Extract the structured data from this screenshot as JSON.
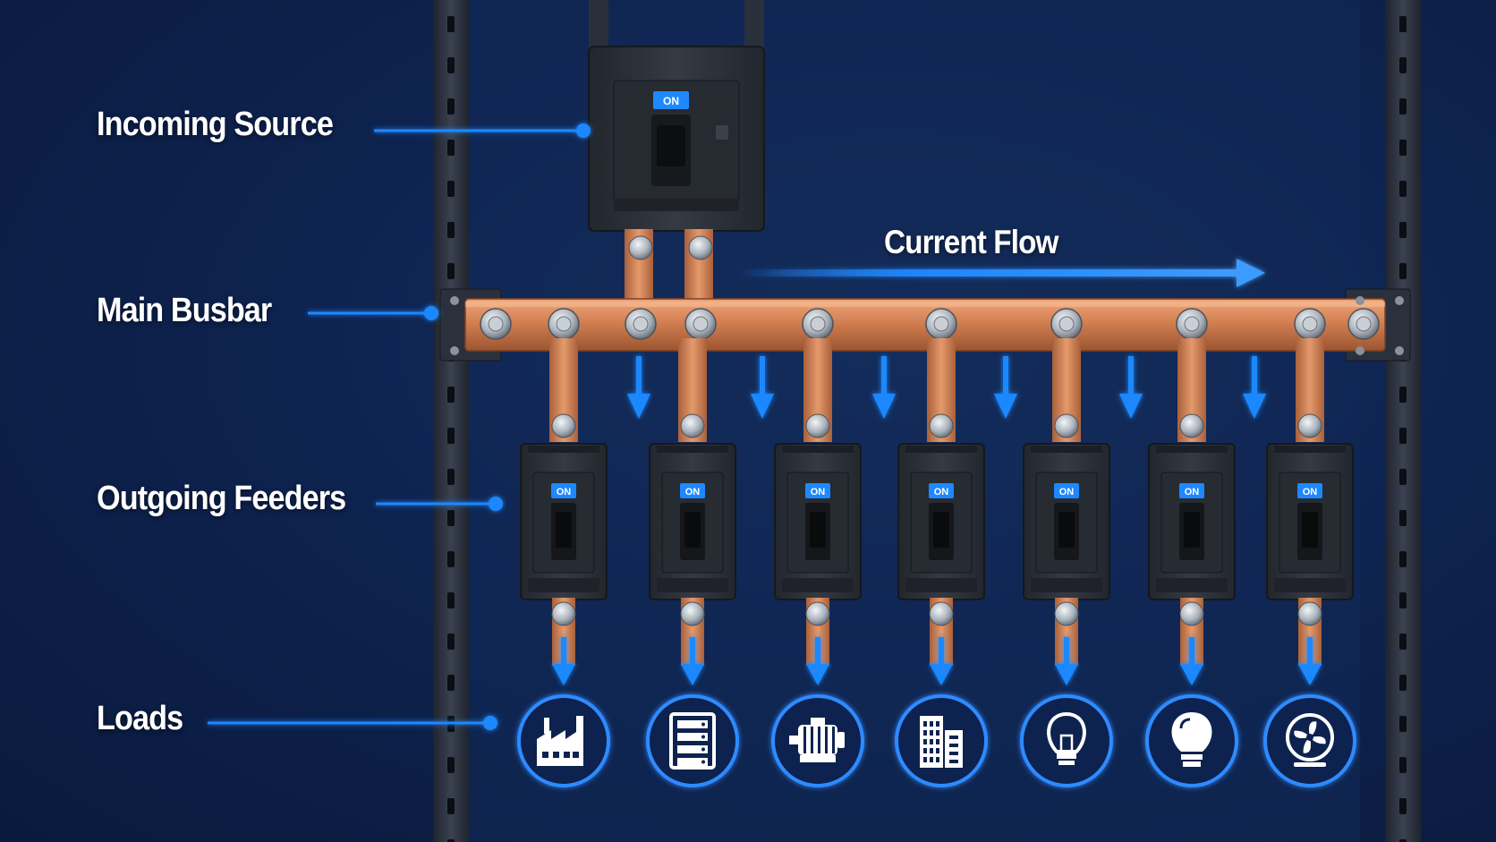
{
  "labels": {
    "incoming_source": "Incoming Source",
    "main_busbar": "Main Busbar",
    "outgoing_feeders": "Outgoing Feeders",
    "loads": "Loads",
    "current_flow": "Current Flow"
  },
  "breaker_status": "ON",
  "feeders": [
    {
      "status": "ON",
      "load_icon": "factory-icon"
    },
    {
      "status": "ON",
      "load_icon": "server-rack-icon"
    },
    {
      "status": "ON",
      "load_icon": "motor-icon"
    },
    {
      "status": "ON",
      "load_icon": "building-icon"
    },
    {
      "status": "ON",
      "load_icon": "light-bulb-icon"
    },
    {
      "status": "ON",
      "load_icon": "lamp-icon"
    },
    {
      "status": "ON",
      "load_icon": "fan-icon"
    }
  ],
  "colors": {
    "background": "#0e2350",
    "copper": "#d27f52",
    "accent_blue": "#1e88ff",
    "breaker": "#2b2f36",
    "frame": "#2f3645"
  }
}
